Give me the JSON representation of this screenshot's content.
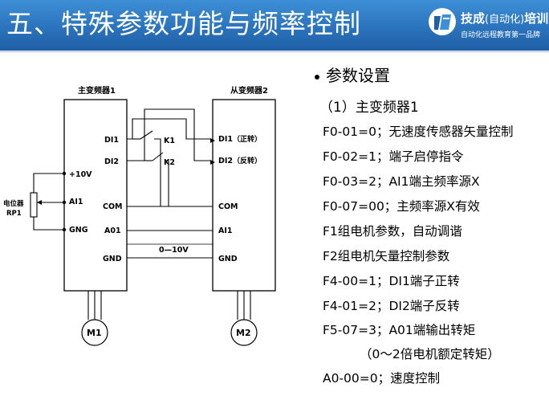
{
  "slide": {
    "title": "五、特殊参数功能与频率控制",
    "logo": {
      "brand": "技成",
      "brand_paren": "(自动化)",
      "brand_suffix": "培训",
      "slogan": "自动化远程教育第一品牌"
    }
  },
  "diagram": {
    "master_label": "主变频器1",
    "slave_label": "从变频器2",
    "master_terminals": {
      "di1": "DI1",
      "di2": "DI2",
      "v10": "+10V",
      "ai1": "AI1",
      "gng": "GNG",
      "com": "COM",
      "a01": "A01",
      "gnd": "GND"
    },
    "slave_terminals": {
      "di1": "DI1",
      "di1_note": "（正转）",
      "di2": "DI2",
      "di2_note": "（反转）",
      "com": "COM",
      "ai1": "AI1",
      "gnd": "GND"
    },
    "k1": "K1",
    "k2": "K2",
    "pot_label": "电位器",
    "pot_name": "RP1",
    "voltage_range": "0—10V",
    "motor1": "M1",
    "motor2": "M2"
  },
  "params": {
    "heading": "参数设置",
    "subheading": "（1）主变频器1",
    "lines": [
      "F0-01=0；无速度传感器矢量控制",
      "F0-02=1；端子启停指令",
      "F0-03=2；AI1端主频率源X",
      "F0-07=00；主频率源X有效",
      "F1组电机参数，自动调谐",
      "F2组电机矢量控制参数",
      "F4-00=1；DI1端子正转",
      "F4-01=2；DI2端子反转",
      "F5-07=3；A01端输出转矩",
      "（0～2倍电机额定转矩）",
      "A0-00=0；速度控制"
    ]
  }
}
